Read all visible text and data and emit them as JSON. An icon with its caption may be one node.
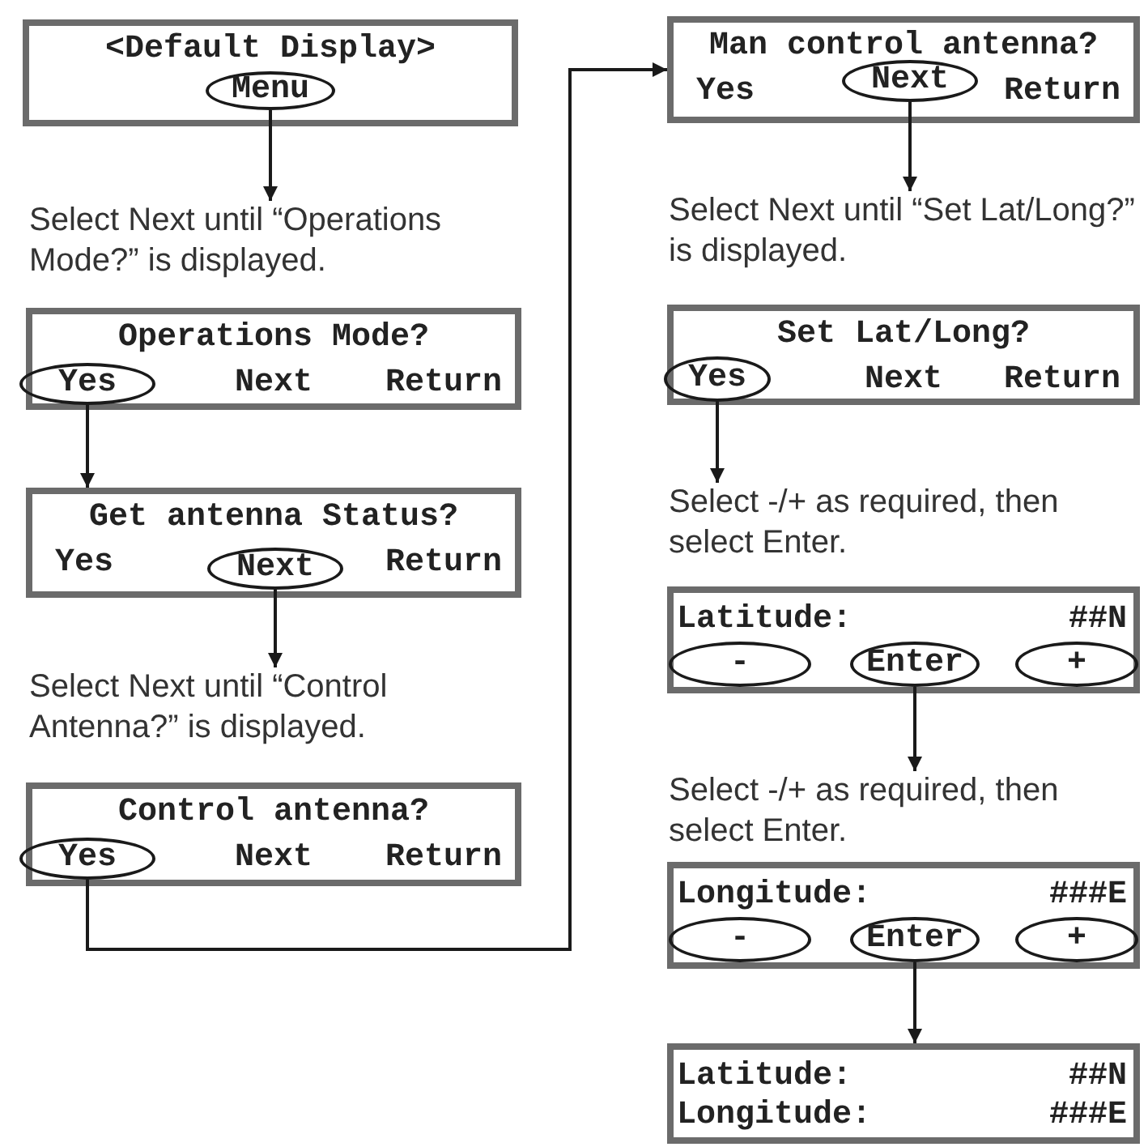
{
  "diagram": {
    "nodes": [
      {
        "text": [
          "<Default Display>"
        ]
      },
      {
        "text": [
          "Menu"
        ],
        "in": 0
      },
      {
        "text": [
          "Select Next until “Operations Mode?” is displayed."
        ]
      },
      {
        "text": [
          "Operations Mode?",
          "Next",
          "Return"
        ]
      },
      {
        "text": [
          "Yes"
        ],
        "in": 3
      },
      {
        "text": [
          "Get antenna Status?",
          "Yes",
          "Return"
        ]
      },
      {
        "text": [
          "Next"
        ],
        "in": 5
      },
      {
        "text": [
          "Select Next until “Control Antenna?” is displayed."
        ]
      },
      {
        "text": [
          "Control antenna?",
          "Next",
          "Return"
        ]
      },
      {
        "text": [
          "Yes"
        ],
        "in": 8
      },
      {
        "text": [
          "Man control antenna?",
          "Yes",
          "Return"
        ]
      },
      {
        "text": [
          "Next"
        ],
        "in": 10
      },
      {
        "text": [
          "Select Next until “Set Lat/Long?” is displayed."
        ]
      },
      {
        "text": [
          "Set Lat/Long?",
          "Next",
          "Return"
        ]
      },
      {
        "text": [
          "Yes"
        ],
        "in": 13
      },
      {
        "text": [
          "Select -/+ as required, then select Enter."
        ]
      },
      {
        "text": [
          "Latitude:",
          "##N"
        ]
      },
      {
        "text": [
          "-"
        ],
        "in": 16
      },
      {
        "text": [
          "Enter"
        ],
        "in": 16
      },
      {
        "text": [
          "+"
        ],
        "in": 16
      },
      {
        "text": [
          "Select -/+ as required, then select Enter."
        ]
      },
      {
        "text": [
          "Longitude:",
          "###E"
        ]
      },
      {
        "text": [
          "-"
        ],
        "in": 21
      },
      {
        "text": [
          "Enter"
        ],
        "in": 21
      },
      {
        "text": [
          "+"
        ],
        "in": 21
      },
      {
        "text": [
          "Latitude:",
          "##N",
          "Longitude:",
          "###E"
        ]
      }
    ],
    "edges": [
      {
        "from": 1,
        "to": 2,
        "arrow": "to"
      },
      {
        "from": 4,
        "to": 5,
        "arrow": "to"
      },
      {
        "from": 6,
        "to": 7,
        "arrow": "to"
      },
      {
        "from": 9,
        "to": 10,
        "arrow": "to"
      },
      {
        "from": 11,
        "to": 12,
        "arrow": "to"
      },
      {
        "from": 14,
        "to": 15,
        "arrow": "to"
      },
      {
        "from": 18,
        "to": 20,
        "arrow": "to"
      },
      {
        "from": 23,
        "to": 25,
        "arrow": "to"
      }
    ]
  }
}
